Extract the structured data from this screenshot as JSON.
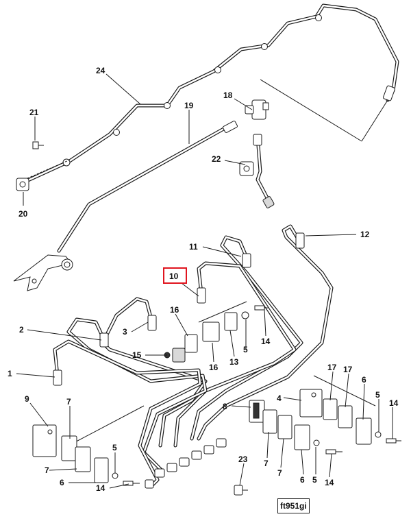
{
  "diagram": {
    "labels": [
      {
        "id": "l1",
        "text": "1"
      },
      {
        "id": "l2",
        "text": "2"
      },
      {
        "id": "l3",
        "text": "3"
      },
      {
        "id": "l4",
        "text": "4"
      },
      {
        "id": "l5a",
        "text": "5"
      },
      {
        "id": "l5b",
        "text": "5"
      },
      {
        "id": "l5c",
        "text": "5"
      },
      {
        "id": "l5d",
        "text": "5"
      },
      {
        "id": "l6a",
        "text": "6"
      },
      {
        "id": "l6b",
        "text": "6"
      },
      {
        "id": "l6c",
        "text": "6"
      },
      {
        "id": "l7a",
        "text": "7"
      },
      {
        "id": "l7b",
        "text": "7"
      },
      {
        "id": "l7c",
        "text": "7"
      },
      {
        "id": "l7d",
        "text": "7"
      },
      {
        "id": "l8",
        "text": "8"
      },
      {
        "id": "l9",
        "text": "9"
      },
      {
        "id": "l10",
        "text": "10"
      },
      {
        "id": "l11",
        "text": "11"
      },
      {
        "id": "l12",
        "text": "12"
      },
      {
        "id": "l13",
        "text": "13"
      },
      {
        "id": "l14a",
        "text": "14"
      },
      {
        "id": "l14b",
        "text": "14"
      },
      {
        "id": "l14c",
        "text": "14"
      },
      {
        "id": "l14d",
        "text": "14"
      },
      {
        "id": "l15",
        "text": "15"
      },
      {
        "id": "l16a",
        "text": "16"
      },
      {
        "id": "l16b",
        "text": "16"
      },
      {
        "id": "l17a",
        "text": "17"
      },
      {
        "id": "l17b",
        "text": "17"
      },
      {
        "id": "l18",
        "text": "18"
      },
      {
        "id": "l19",
        "text": "19"
      },
      {
        "id": "l20",
        "text": "20"
      },
      {
        "id": "l21",
        "text": "21"
      },
      {
        "id": "l22",
        "text": "22"
      },
      {
        "id": "l23",
        "text": "23"
      },
      {
        "id": "l24",
        "text": "24"
      }
    ],
    "highlighted_label": "10",
    "highlight_color": "#e0141e",
    "figure_code": "ft951gi"
  }
}
